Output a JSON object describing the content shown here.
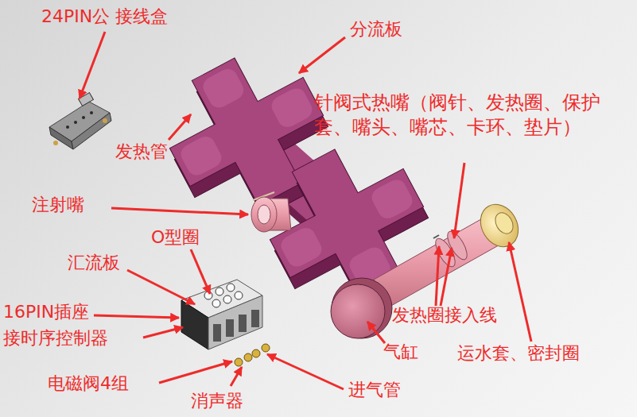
{
  "diagram": {
    "labels": [
      "24PIN公 接线盒",
      "分流板",
      "针阀式热嘴（阀针、发热圈、保护套、嘴头、嘴芯、卡环、垫片）",
      "发热管",
      "注射嘴",
      "O型圈",
      "汇流板",
      "16PIN插座",
      "接时序控制器",
      "电磁阀4组",
      "消声器",
      "进气管",
      "发热圈接入线",
      "气缸",
      "运水套、密封圈"
    ]
  }
}
